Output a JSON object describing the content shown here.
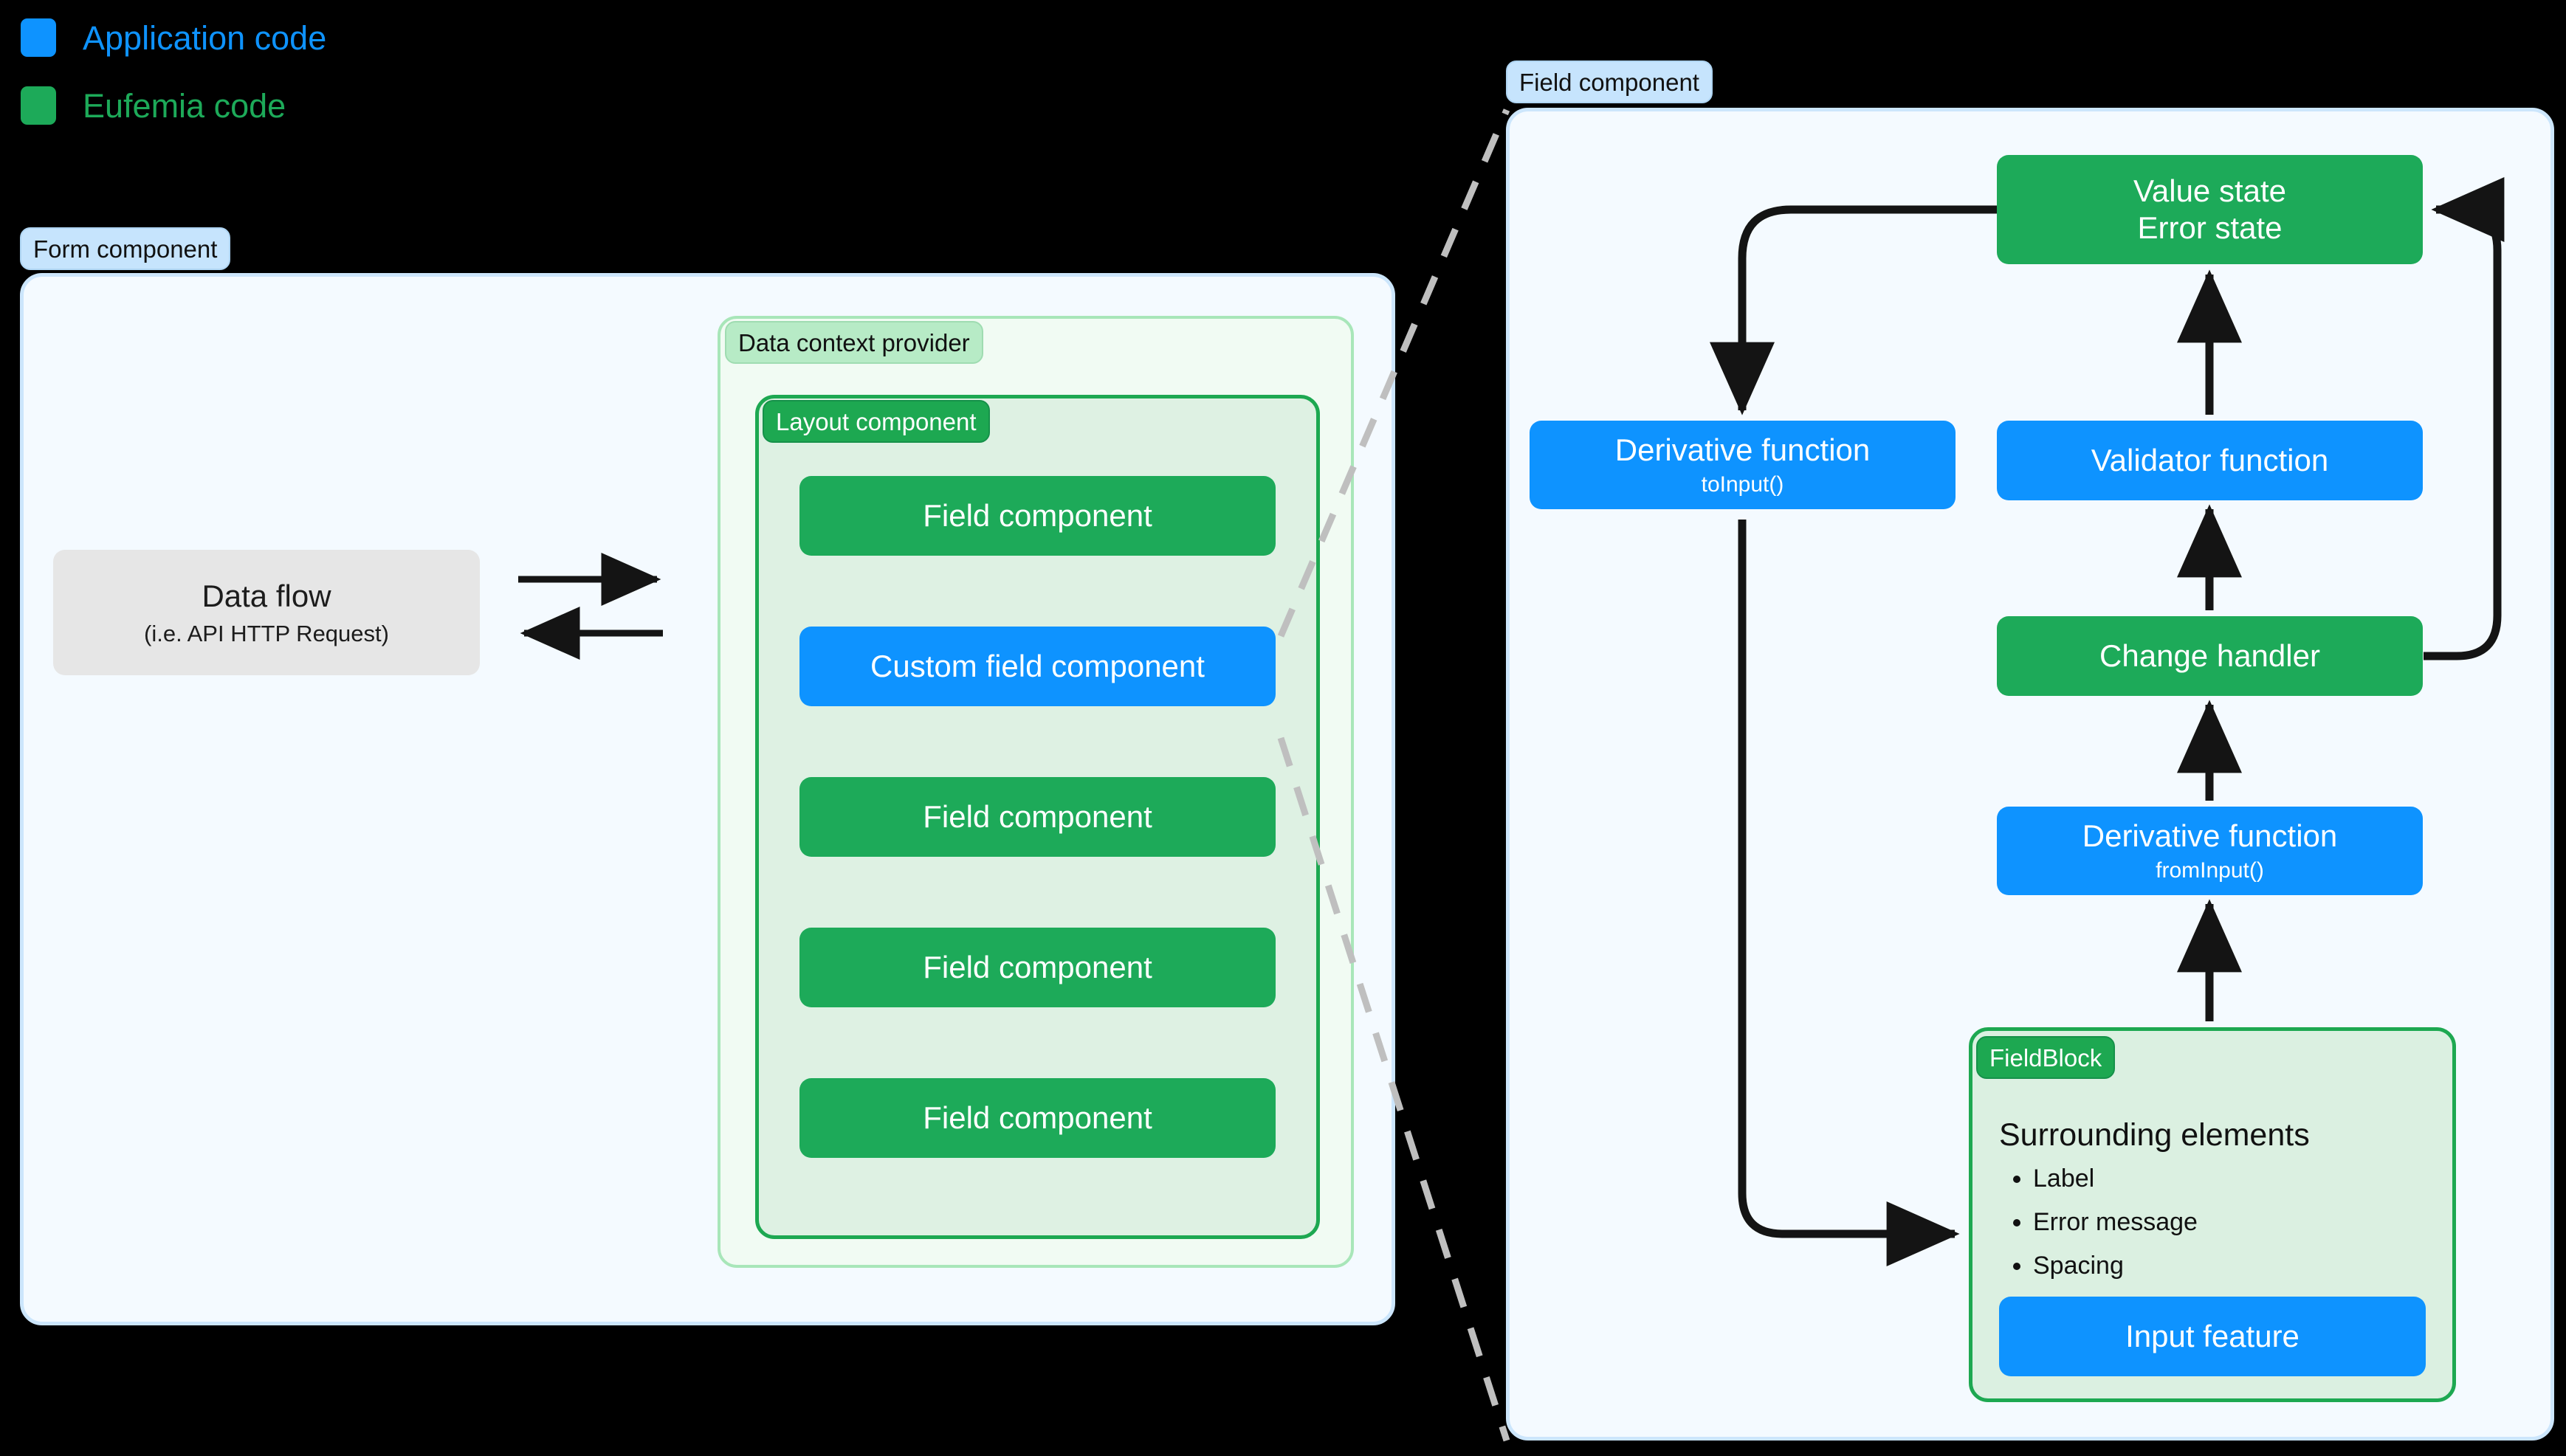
{
  "legend": {
    "items": [
      {
        "label": "Application code",
        "color": "#0E93FF",
        "icon": "square-swatch-icon"
      },
      {
        "label": "Eufemia code",
        "color": "#1DAA59",
        "icon": "square-swatch-icon"
      }
    ]
  },
  "left_panel": {
    "tag": "Form component",
    "data_flow": {
      "title": "Data flow",
      "subtitle": "(i.e. API HTTP Request)"
    },
    "arrows": [
      {
        "name": "data-flow-out-arrow",
        "direction": "right"
      },
      {
        "name": "data-flow-in-arrow",
        "direction": "left"
      }
    ],
    "data_context_provider": {
      "tag": "Data context provider",
      "layout_component": {
        "tag": "Layout component",
        "fields": [
          {
            "label": "Field component",
            "kind": "eufemia"
          },
          {
            "label": "Custom field component",
            "kind": "application"
          },
          {
            "label": "Field component",
            "kind": "eufemia"
          },
          {
            "label": "Field component",
            "kind": "eufemia"
          },
          {
            "label": "Field component",
            "kind": "eufemia"
          }
        ]
      }
    }
  },
  "right_panel": {
    "tag": "Field component",
    "nodes": {
      "value_state": {
        "line1": "Value state",
        "line2": "Error state",
        "kind": "eufemia"
      },
      "derivative_to_input": {
        "title": "Derivative function",
        "subtitle": "toInput()",
        "kind": "application"
      },
      "validator": {
        "title": "Validator function",
        "kind": "application"
      },
      "change_handler": {
        "title": "Change handler",
        "kind": "eufemia"
      },
      "derivative_from_input": {
        "title": "Derivative function",
        "subtitle": "fromInput()",
        "kind": "application"
      }
    },
    "field_block": {
      "tag": "FieldBlock",
      "heading": "Surrounding elements",
      "items": [
        "Label",
        "Error message",
        "Spacing"
      ],
      "input_feature": {
        "label": "Input feature",
        "kind": "application"
      }
    }
  },
  "colors": {
    "application": "#0E93FF",
    "eufemia": "#1DAA59",
    "panel_bg": "#F4FAFF",
    "panel_border": "#CCE6FC",
    "data_flow_bg": "#E6E6E6",
    "connector_dashed": "#BFBFBF",
    "arrow": "#141414"
  }
}
